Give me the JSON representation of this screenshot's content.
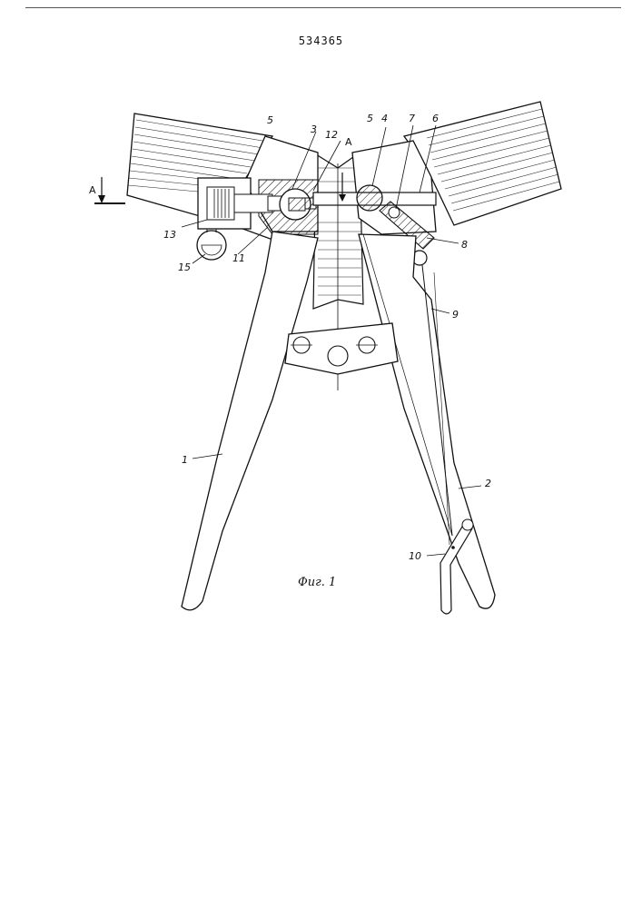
{
  "document": {
    "number": "534365",
    "figure_caption": "Фиг. 1"
  },
  "section_marker": {
    "letter": "A"
  },
  "part_labels": {
    "p1": "1",
    "p2": "2",
    "p3": "3",
    "p4": "4",
    "p5_left": "5",
    "p5_right": "5",
    "p6": "6",
    "p7": "7",
    "p8": "8",
    "p9": "9",
    "p10": "10",
    "p11": "11",
    "p12": "12",
    "p13": "13",
    "p15": "15"
  },
  "colors": {
    "ink": "#111111",
    "paper": "#ffffff"
  }
}
